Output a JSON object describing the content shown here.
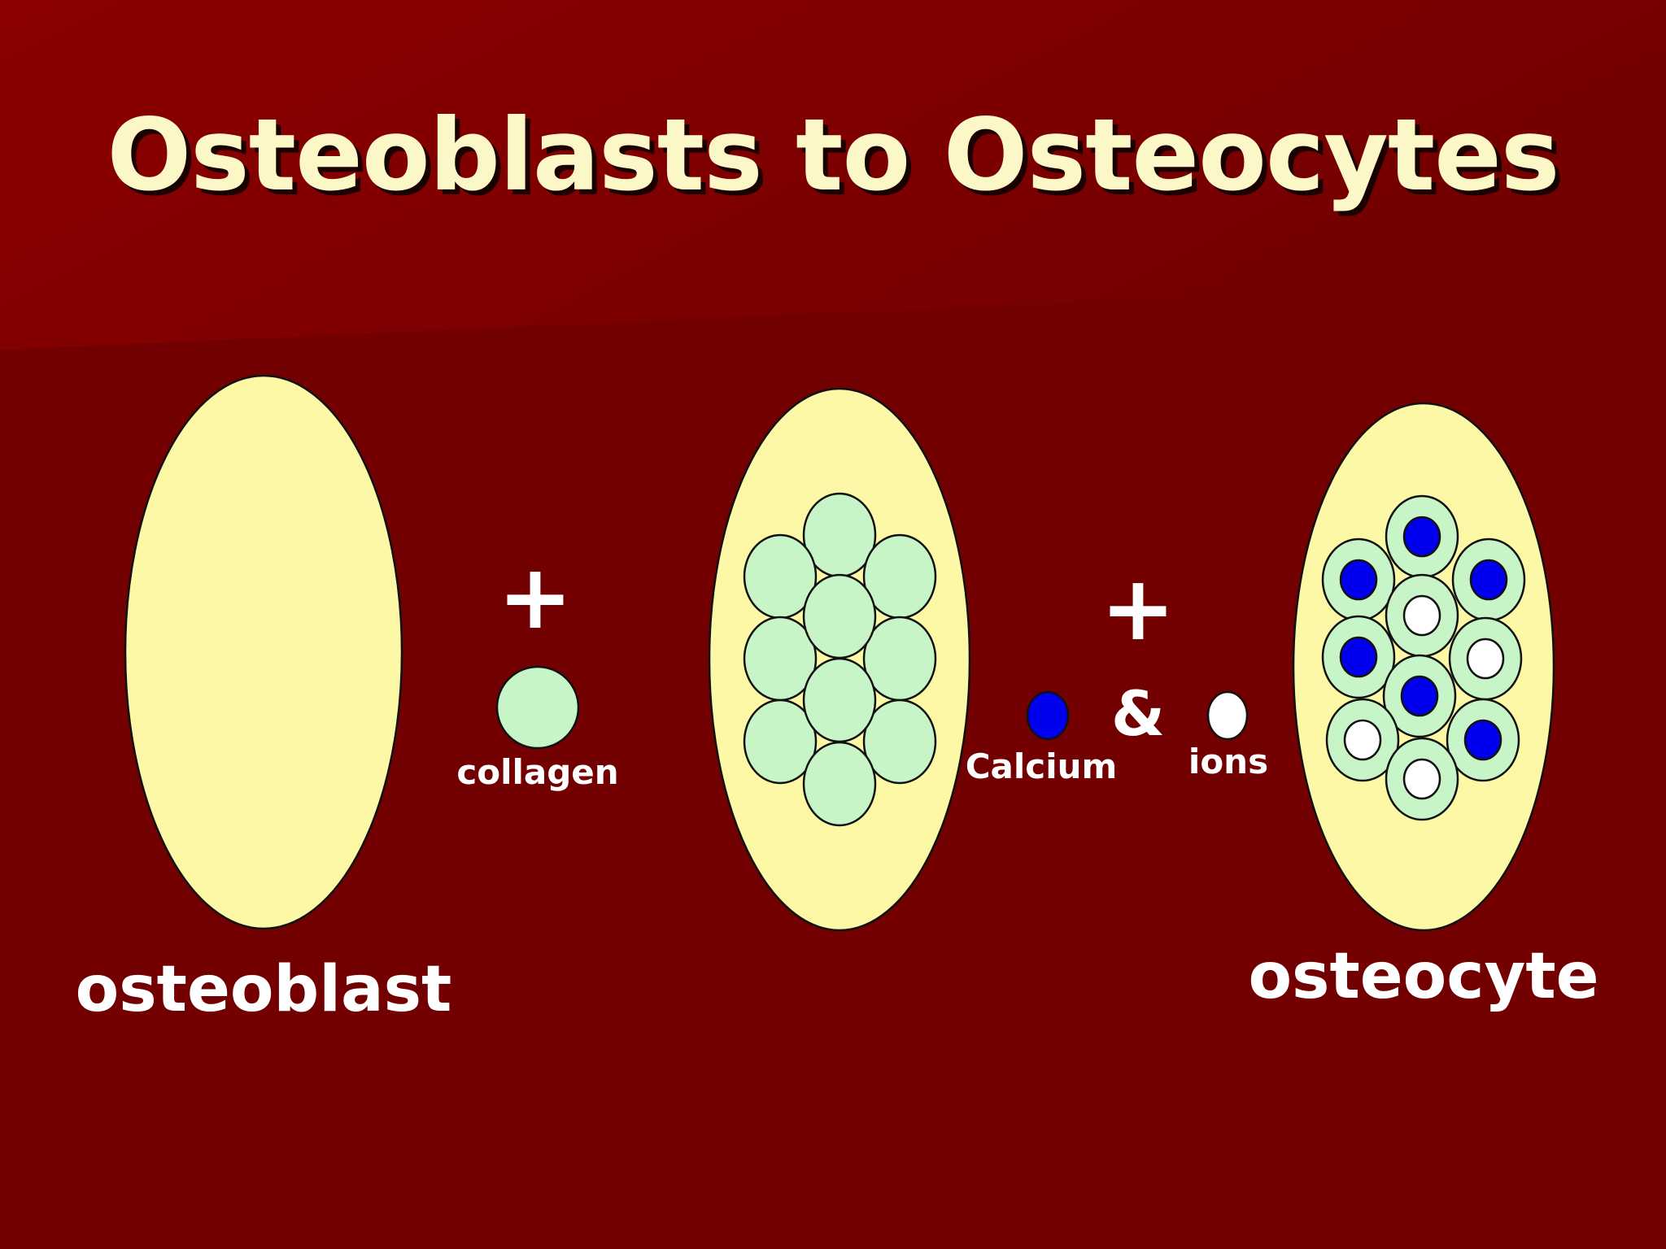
{
  "title": "Osteoblasts to Osteocytes",
  "labels": {
    "osteoblast": "osteoblast",
    "collagen": "collagen",
    "calcium": "Calcium",
    "ions": "ions",
    "osteocyte": "osteocyte"
  },
  "symbols": {
    "plus_1": "+",
    "plus_2": "+",
    "ampersand": "&"
  },
  "colors": {
    "background": "#730000",
    "background_top": "#8a0000",
    "cell": "#fdf8a6",
    "collagen": "#c8f5c8",
    "calcium": "#0000ee",
    "ion": "#ffffff",
    "title_text": "#fbf7c7",
    "label_text": "#ffffff"
  }
}
